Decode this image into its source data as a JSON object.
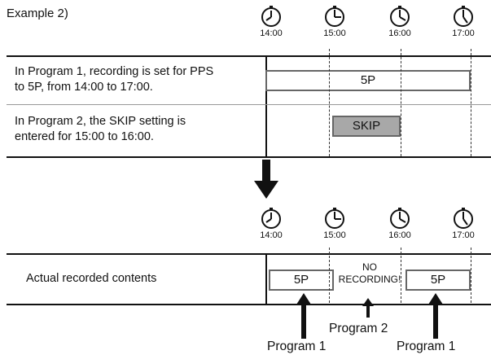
{
  "title": "Example 2)",
  "top_times": [
    "14:00",
    "15:00",
    "16:00",
    "17:00"
  ],
  "bottom_times": [
    "14:00",
    "15:00",
    "16:00",
    "17:00"
  ],
  "program1_text_line1": "In Program 1, recording is set for PPS",
  "program1_text_line2": "to 5P,  from 14:00 to 17:00.",
  "program2_text_line1": "In Program 2, the SKIP setting is",
  "program2_text_line2": "entered for 15:00 to 16:00.",
  "bar_5p": "5P",
  "bar_skip": "SKIP",
  "actual_label": "Actual recorded contents",
  "actual_5p_left": "5P",
  "actual_5p_right": "5P",
  "no_recording_line1": "NO",
  "no_recording_line2": "RECORDING!",
  "program2_label": "Program 2",
  "program1_label_left": "Program 1",
  "program1_label_right": "Program 1",
  "icons": [
    "clock-icon",
    "down-arrow-icon",
    "up-arrow-icon"
  ]
}
